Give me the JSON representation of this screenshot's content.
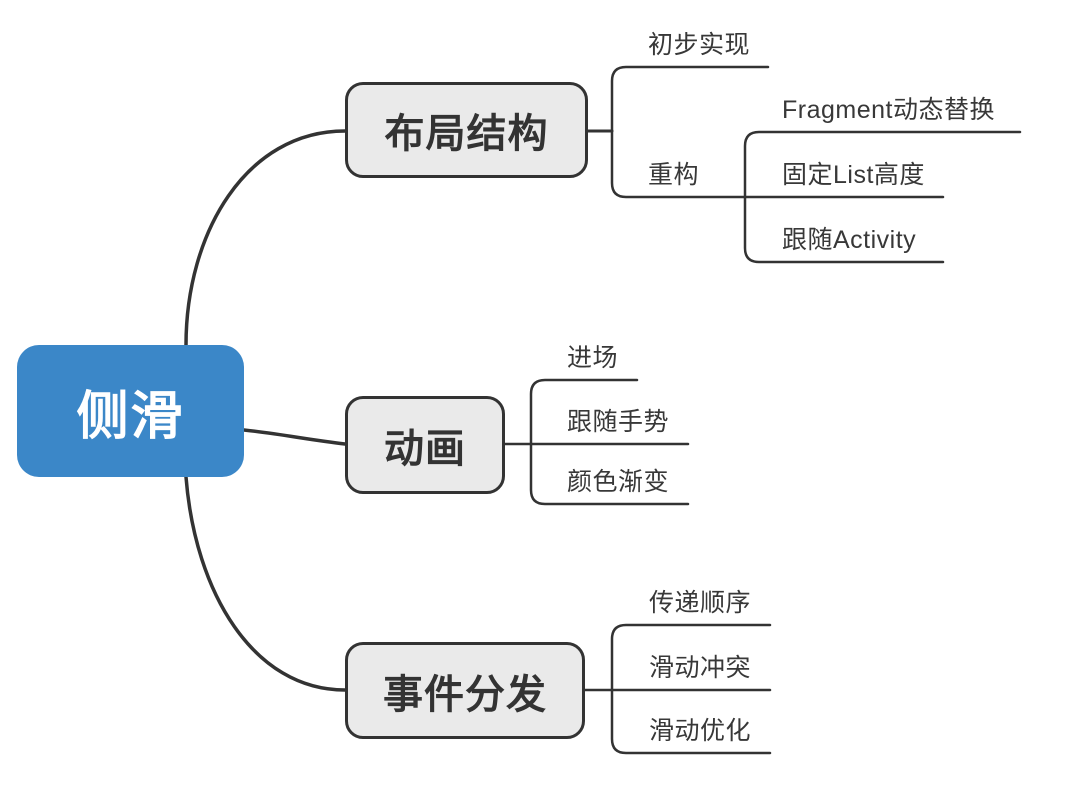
{
  "colors": {
    "root-fill": "#3b87c8",
    "root-text": "#ffffff",
    "branch-fill": "#eaeaea",
    "line": "#333333",
    "text": "#383838",
    "canvas-bg": "#ffffff"
  },
  "root": {
    "label": "侧滑"
  },
  "branches": [
    {
      "label": "布局结构",
      "children": [
        {
          "label": "初步实现",
          "children": []
        },
        {
          "label": "重构",
          "children": [
            {
              "label": "Fragment动态替换"
            },
            {
              "label": "固定List高度"
            },
            {
              "label": "跟随Activity"
            }
          ]
        }
      ]
    },
    {
      "label": "动画",
      "children": [
        {
          "label": "进场"
        },
        {
          "label": "跟随手势"
        },
        {
          "label": "颜色渐变"
        }
      ]
    },
    {
      "label": "事件分发",
      "children": [
        {
          "label": "传递顺序"
        },
        {
          "label": "滑动冲突"
        },
        {
          "label": "滑动优化"
        }
      ]
    }
  ]
}
